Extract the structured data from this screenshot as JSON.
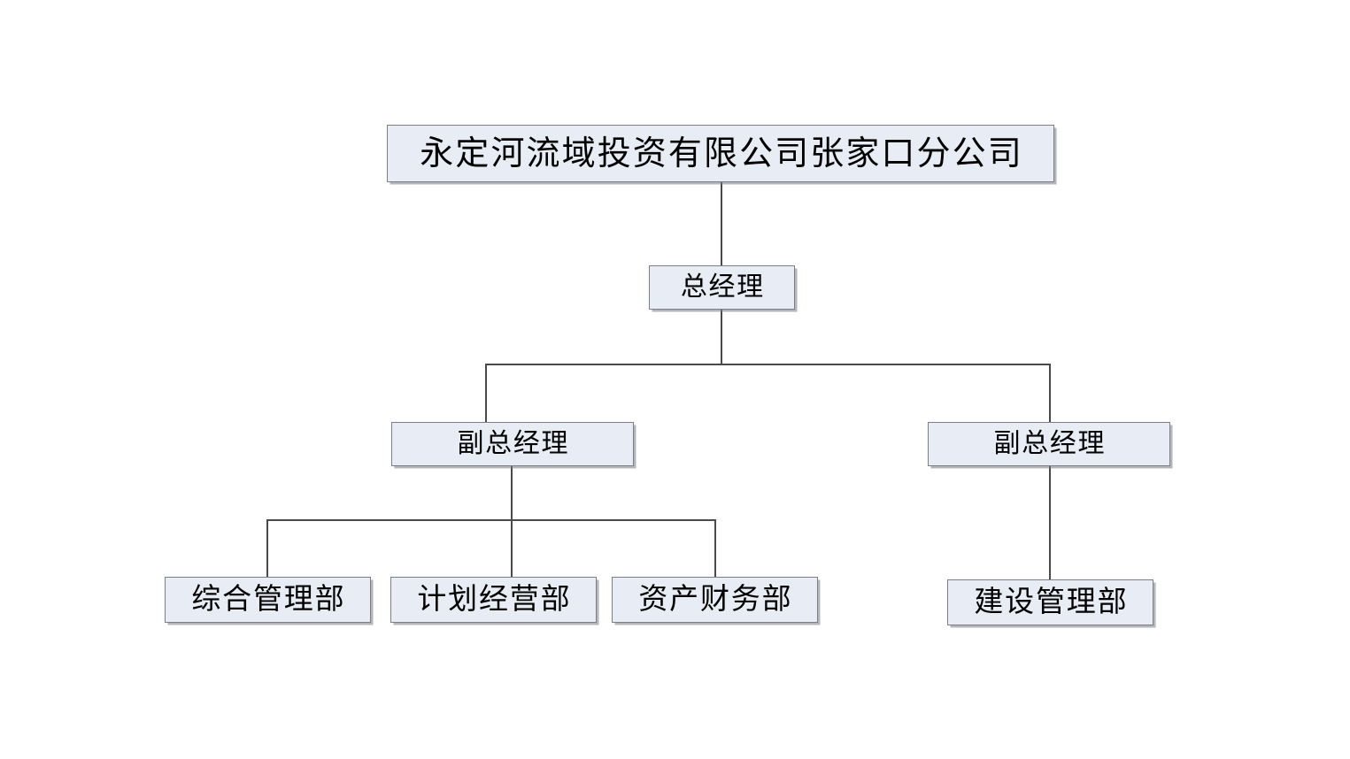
{
  "diagram": {
    "type": "organizational-chart",
    "title": "永定河流域投资有限公司张家口分公司",
    "colors": {
      "node_fill": "#e7ecf5",
      "node_border": "#7d7f86",
      "connector": "#4a4a4a",
      "background": "#ffffff",
      "text": "#000000"
    },
    "nodes": {
      "company": "永定河流域投资有限公司张家口分公司",
      "general_manager": "总经理",
      "deputy_manager_left": "副总经理",
      "deputy_manager_right": "副总经理",
      "dept_comprehensive": "综合管理部",
      "dept_planning": "计划经营部",
      "dept_finance": "资产财务部",
      "dept_construction": "建设管理部"
    },
    "hierarchy": {
      "level_1": [
        "永定河流域投资有限公司张家口分公司"
      ],
      "level_2": [
        "总经理"
      ],
      "level_3": [
        "副总经理",
        "副总经理"
      ],
      "level_4": [
        "综合管理部",
        "计划经营部",
        "资产财务部",
        "建设管理部"
      ]
    }
  }
}
